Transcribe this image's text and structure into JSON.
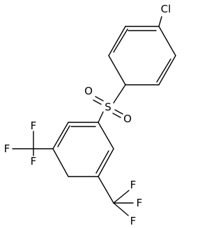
{
  "structure": {
    "atom_labels": {
      "chlorine": "Cl",
      "sulfur": "S",
      "oxygen_1": "O",
      "oxygen_2": "O",
      "cf3_a_f1": "F",
      "cf3_a_f2": "F",
      "cf3_a_f3": "F",
      "cf3_b_f1": "F",
      "cf3_b_f2": "F",
      "cf3_b_f3": "F"
    }
  }
}
